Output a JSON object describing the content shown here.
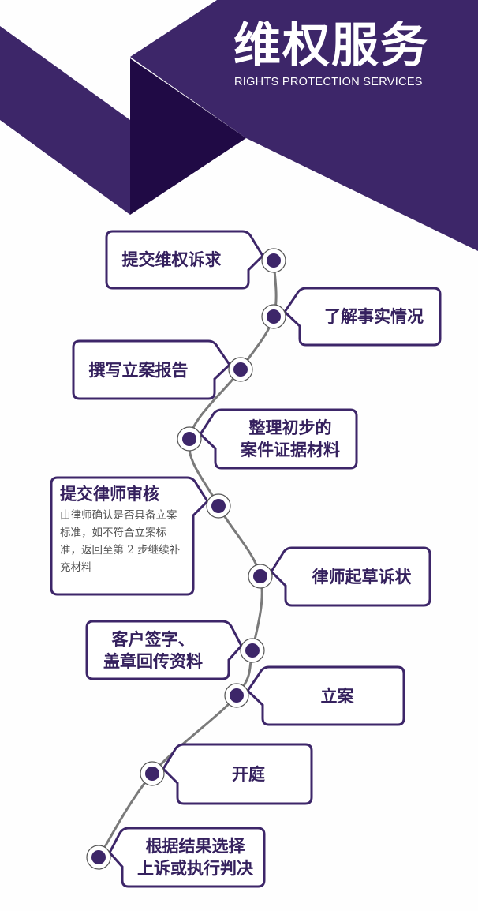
{
  "header": {
    "title": "维权服务",
    "subtitle": "RIGHTS PROTECTION SERVICES"
  },
  "colors": {
    "purple": "#3d2669",
    "dark_purple": "#200a45",
    "line_gray": "#7a7a7a"
  },
  "steps": [
    {
      "title": "提交维权诉求"
    },
    {
      "title": "了解事实情况"
    },
    {
      "title": "撰写立案报告"
    },
    {
      "title": "整理初步的",
      "title2": "案件证据材料"
    },
    {
      "title": "提交律师审核",
      "description": "由律师确认是否具备立案标准，如不符合立案标准，返回至第 2 步继续补充材料"
    },
    {
      "title": "律师起草诉状"
    },
    {
      "title": "客户签字、",
      "title2": "盖章回传资料"
    },
    {
      "title": "立案"
    },
    {
      "title": "开庭"
    },
    {
      "title": "根据结果选择",
      "title2": "上诉或执行判决"
    }
  ]
}
